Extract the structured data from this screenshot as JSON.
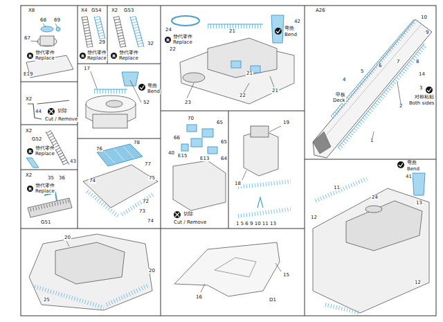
{
  "diagram": {
    "labels": [
      "X8",
      "68",
      "69",
      "67",
      "R",
      "替代零件",
      "Replace",
      "E19",
      "X4",
      "G54",
      "29",
      "R",
      "替代零件",
      "Replace",
      "X2",
      "G53",
      "32",
      "R",
      "替代零件",
      "Replace",
      "17",
      "弯曲",
      "Bend",
      "52",
      "24",
      "21",
      "42",
      "弯曲",
      "Bend",
      "R",
      "替代零件",
      "Replace",
      "22",
      "21",
      "22",
      "21",
      "23",
      "A26",
      "10",
      "9",
      "8",
      "7",
      "6",
      "5",
      "4",
      "14",
      "甲板",
      "Deck",
      "3",
      "对称粘贴",
      "Both sides",
      "2",
      "1",
      "X2",
      "44",
      "切除",
      "Cut / Remove",
      "X2",
      "G52",
      "R",
      "替代零件",
      "Replace",
      "43",
      "X2",
      "35",
      "36",
      "R",
      "替代零件",
      "Replace",
      "G51",
      "76",
      "78",
      "77",
      "74",
      "75",
      "72",
      "73",
      "74",
      "70",
      "65",
      "66",
      "65",
      "40",
      "E15",
      "E13",
      "64",
      "切除",
      "Cut / Remove",
      "19",
      "18",
      "1 5 6 9 10 11 13",
      "弯曲",
      "Bend",
      "41",
      "11",
      "24",
      "13",
      "12",
      "12",
      "20",
      "20",
      "25",
      "15",
      "D1",
      "16"
    ]
  }
}
